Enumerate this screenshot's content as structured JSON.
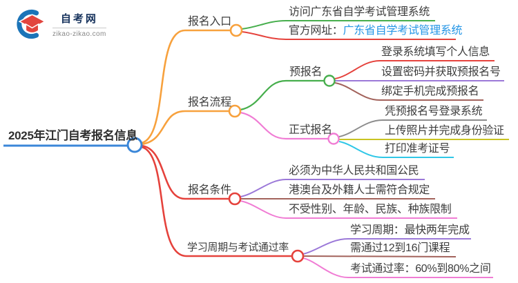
{
  "palette": {
    "blue": "#3A86D8",
    "orange": "#F7A13D",
    "red": "#E5423C",
    "green": "#46AE4C",
    "pink": "#F07CD4",
    "purple": "#9B78D8",
    "brown": "#A2625B",
    "gray": "#8C8C8C",
    "olive": "#C9C322",
    "cyan": "#2FC7E7",
    "link_blue": "#2596E6",
    "text": "#3D3D3D",
    "logo_blue": "#1B74B8",
    "logo_red": "#E2453E",
    "logo_navy": "#16325C",
    "logo_gray": "#888888"
  },
  "logo": {
    "name": "自考网",
    "domain": "zikao-zikao.com"
  },
  "root": {
    "label": "2025年江门自考报名信息"
  },
  "entry": {
    "label": "报名入口",
    "visit": "访问广东省自学考试管理系统",
    "site_prefix": "官方网址：",
    "site_link": "广东省自学考试管理系统"
  },
  "process": {
    "label": "报名流程",
    "pre": {
      "label": "预报名",
      "steps": [
        "登录系统填写个人信息",
        "设置密码并获取预报名号",
        "绑定手机完成预报名"
      ]
    },
    "formal": {
      "label": "正式报名",
      "steps": [
        "凭预报名号登录系统",
        "上传照片并完成身份验证",
        "打印准考证号"
      ]
    }
  },
  "conditions": {
    "label": "报名条件",
    "items": [
      "必须为中华人民共和国公民",
      "港澳台及外籍人士需符合规定",
      "不受性别、年龄、民族、种族限制"
    ]
  },
  "cycle": {
    "label": "学习周期与考试通过率",
    "items": [
      "学习周期：最快两年完成",
      "需通过12到16门课程",
      "考试通过率：60%到80%之间"
    ]
  }
}
